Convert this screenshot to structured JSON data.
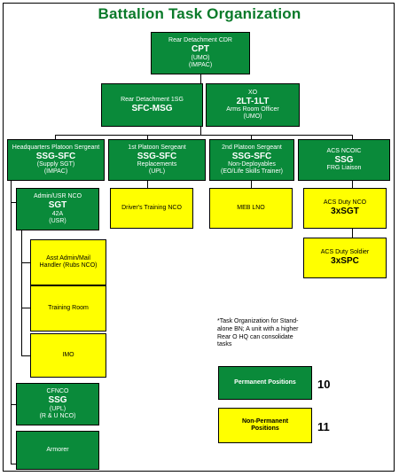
{
  "title": "Battalion Task Organization",
  "boxes": {
    "cdr": {
      "role": "Rear Detachment CDR",
      "rank": "CPT",
      "sub1": "(UMO)",
      "sub2": "(IMPAC)"
    },
    "firstsg": {
      "role": "Rear Detachment 1SG",
      "rank": "SFC-MSG"
    },
    "xo": {
      "role": "XO",
      "rank": "2LT-1LT",
      "sub1": "Arms Room Officer",
      "sub2": "(UMO)"
    },
    "hqpsg": {
      "role": "Headquarters Platoon Sergeant",
      "rank": "SSG-SFC",
      "sub1": "(Supply SGT)",
      "sub2": "(IMPAC)"
    },
    "psg1": {
      "role": "1st Platoon Sergeant",
      "rank": "SSG-SFC",
      "sub1": "Replacements",
      "sub2": "(UPL)"
    },
    "psg2": {
      "role": "2nd Platoon Sergeant",
      "rank": "SSG-SFC",
      "sub1": "Non-Deployables",
      "sub2": "(EO/Life Skills Trainer)"
    },
    "acsncoic": {
      "role": "ACS NCOIC",
      "rank": "SSG",
      "sub1": "FRG Liaison"
    },
    "admin": {
      "role": "Admin/USR NCO",
      "rank": "SGT",
      "sub1": "42A",
      "sub2": "(USR)"
    },
    "drivers": {
      "label": "Driver's Training NCO"
    },
    "mebl": {
      "label": "MEB LNO"
    },
    "acsduty": {
      "role": "ACS Duty NCO",
      "rank": "3xSGT"
    },
    "acssoldier": {
      "role": "ACS Duty Soldier",
      "rank": "3xSPC"
    },
    "asst": {
      "label": "Asst Admin/Mail Handler (Rubs NCO)"
    },
    "training": {
      "label": "Training Room"
    },
    "imo": {
      "label": "IMO"
    },
    "cfnco": {
      "role": "CFNCO",
      "rank": "SSG",
      "sub1": "(UPL)",
      "sub2": "(R & U NCO)"
    },
    "armorer": {
      "label": "Armorer"
    }
  },
  "note": "*Task Organization for Stand-alone BN; A unit with a higher Rear O HQ can consolidate tasks",
  "legend": {
    "permanent_label": "Permanent Positions",
    "permanent_count": "10",
    "nonpermanent_label": "Non-Permanent Positions",
    "nonpermanent_count": "11"
  },
  "colors": {
    "permanent": "#0a8a3a",
    "non_permanent": "#ffff00",
    "title": "#0a7a2a"
  }
}
